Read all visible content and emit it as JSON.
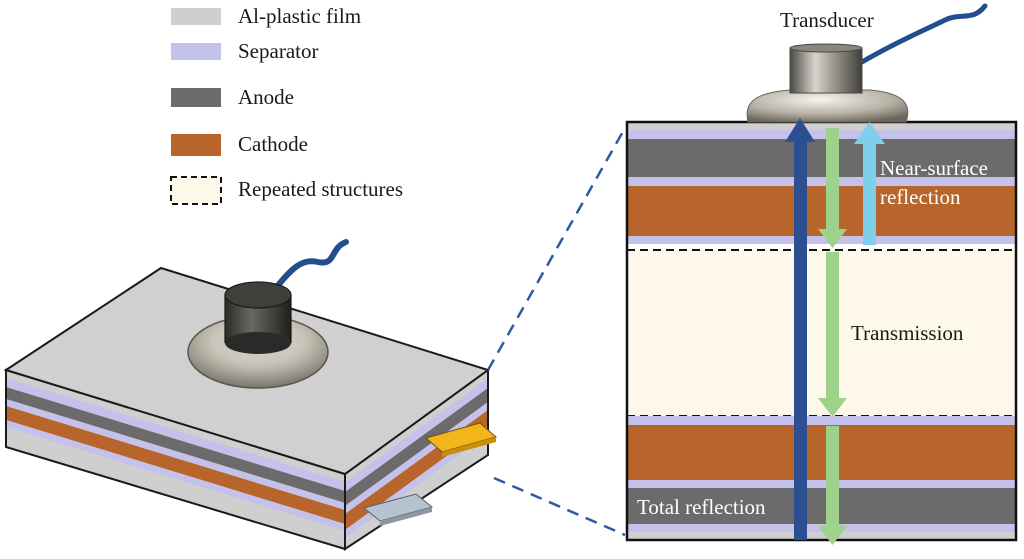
{
  "legend": {
    "items": [
      {
        "label": "Al-plastic film",
        "color": "#cfcfcf",
        "dashed": false
      },
      {
        "label": "Separator",
        "color": "#c4c2ea",
        "dashed": false
      },
      {
        "label": "Anode",
        "color": "#6b6b6b",
        "dashed": false
      },
      {
        "label": "Cathode",
        "color": "#b8652c",
        "dashed": false
      },
      {
        "label": "Repeated structures",
        "color": "#fdf8ea",
        "dashed": true
      }
    ]
  },
  "detail": {
    "transducer_label": "Transducer",
    "near_surface_label_1": "Near-surface",
    "near_surface_label_2": "reflection",
    "transmission_label": "Transmission",
    "total_reflection_label": "Total reflection"
  },
  "colors": {
    "al_film": "#cfcfcf",
    "separator": "#c4c2ea",
    "anode": "#6b6b6b",
    "cathode": "#b8652c",
    "repeated_fill": "#fdf8ea",
    "cable": "#234e8e",
    "arrow_total": "#2c4f92",
    "arrow_transmission": "#9ed18a",
    "arrow_near_surface": "#7ed0ea",
    "cathode_tab": "#f2b51c",
    "anode_tab": "#b7c2cf",
    "zoom_line": "#2d5aa0"
  }
}
